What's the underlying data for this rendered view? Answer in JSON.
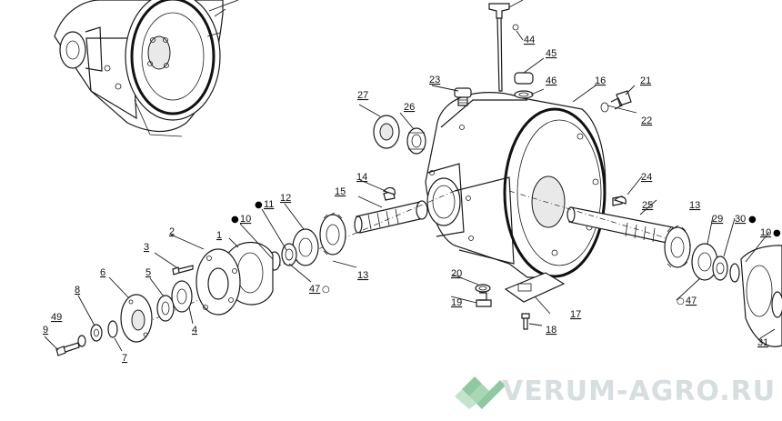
{
  "watermark": {
    "text": "VERUM-AGRO.RU",
    "color": "#cfd8da",
    "logo_color": "#8fc9a0"
  },
  "callouts": {
    "c1": "1",
    "c2": "2",
    "c3": "3",
    "c4": "4",
    "c5": "5",
    "c6": "6",
    "c7": "7",
    "c8": "8",
    "c9": "9",
    "c10a": "10",
    "c10b": "10",
    "c11": "11",
    "c12": "12",
    "c13a": "13",
    "c13b": "13",
    "c14": "14",
    "c15": "15",
    "c16": "16",
    "c17": "17",
    "c18": "18",
    "c19": "19",
    "c20": "20",
    "c21": "21",
    "c22": "22",
    "c23": "23",
    "c24": "24",
    "c25": "25",
    "c26": "26",
    "c27": "27",
    "c29": "29",
    "c30": "30",
    "c31": "31",
    "c44": "44",
    "c45": "45",
    "c46": "46",
    "c47a": "47",
    "c47b": "47",
    "c49": "49"
  },
  "marker_symbols": {
    "filled_dot": "●",
    "open_circle": "○"
  }
}
